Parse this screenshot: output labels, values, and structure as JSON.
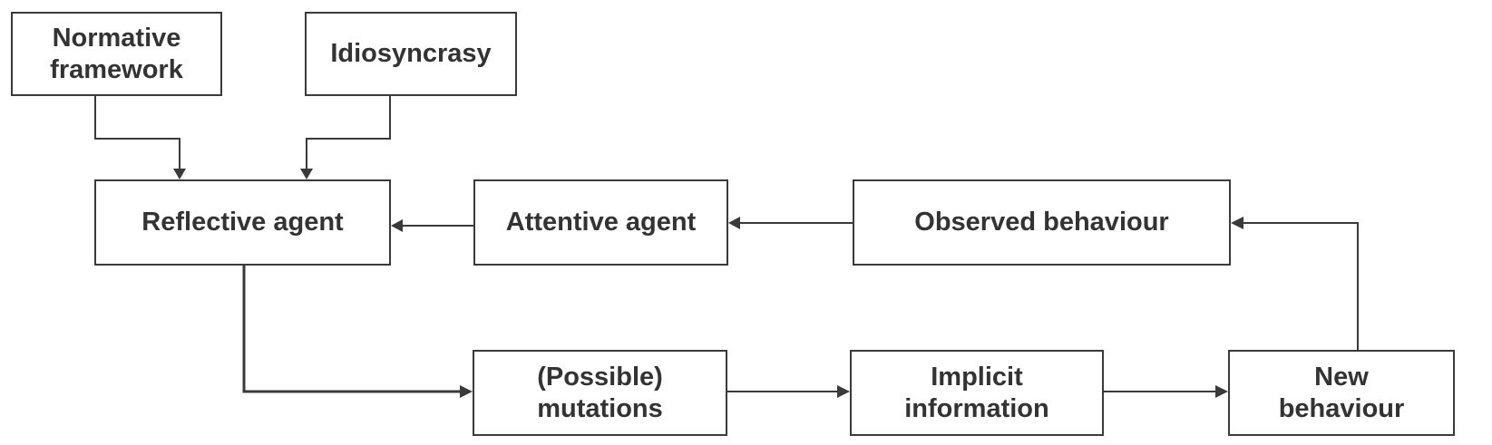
{
  "diagram": {
    "nodes": {
      "normative_framework": "Normative\nframework",
      "idiosyncrasy": "Idiosyncrasy",
      "reflective_agent": "Reflective agent",
      "attentive_agent": "Attentive agent",
      "observed_behaviour": "Observed behaviour",
      "possible_mutations": "(Possible)\nmutations",
      "implicit_information": "Implicit\ninformation",
      "new_behaviour": "New\nbehaviour"
    },
    "edges": [
      {
        "from": "normative_framework",
        "to": "reflective_agent"
      },
      {
        "from": "idiosyncrasy",
        "to": "reflective_agent"
      },
      {
        "from": "attentive_agent",
        "to": "reflective_agent"
      },
      {
        "from": "observed_behaviour",
        "to": "attentive_agent"
      },
      {
        "from": "reflective_agent",
        "to": "possible_mutations"
      },
      {
        "from": "possible_mutations",
        "to": "implicit_information"
      },
      {
        "from": "implicit_information",
        "to": "new_behaviour"
      },
      {
        "from": "new_behaviour",
        "to": "observed_behaviour"
      }
    ],
    "colors": {
      "stroke": "#3a3a3a",
      "text": "#333333",
      "background": "#ffffff"
    }
  }
}
